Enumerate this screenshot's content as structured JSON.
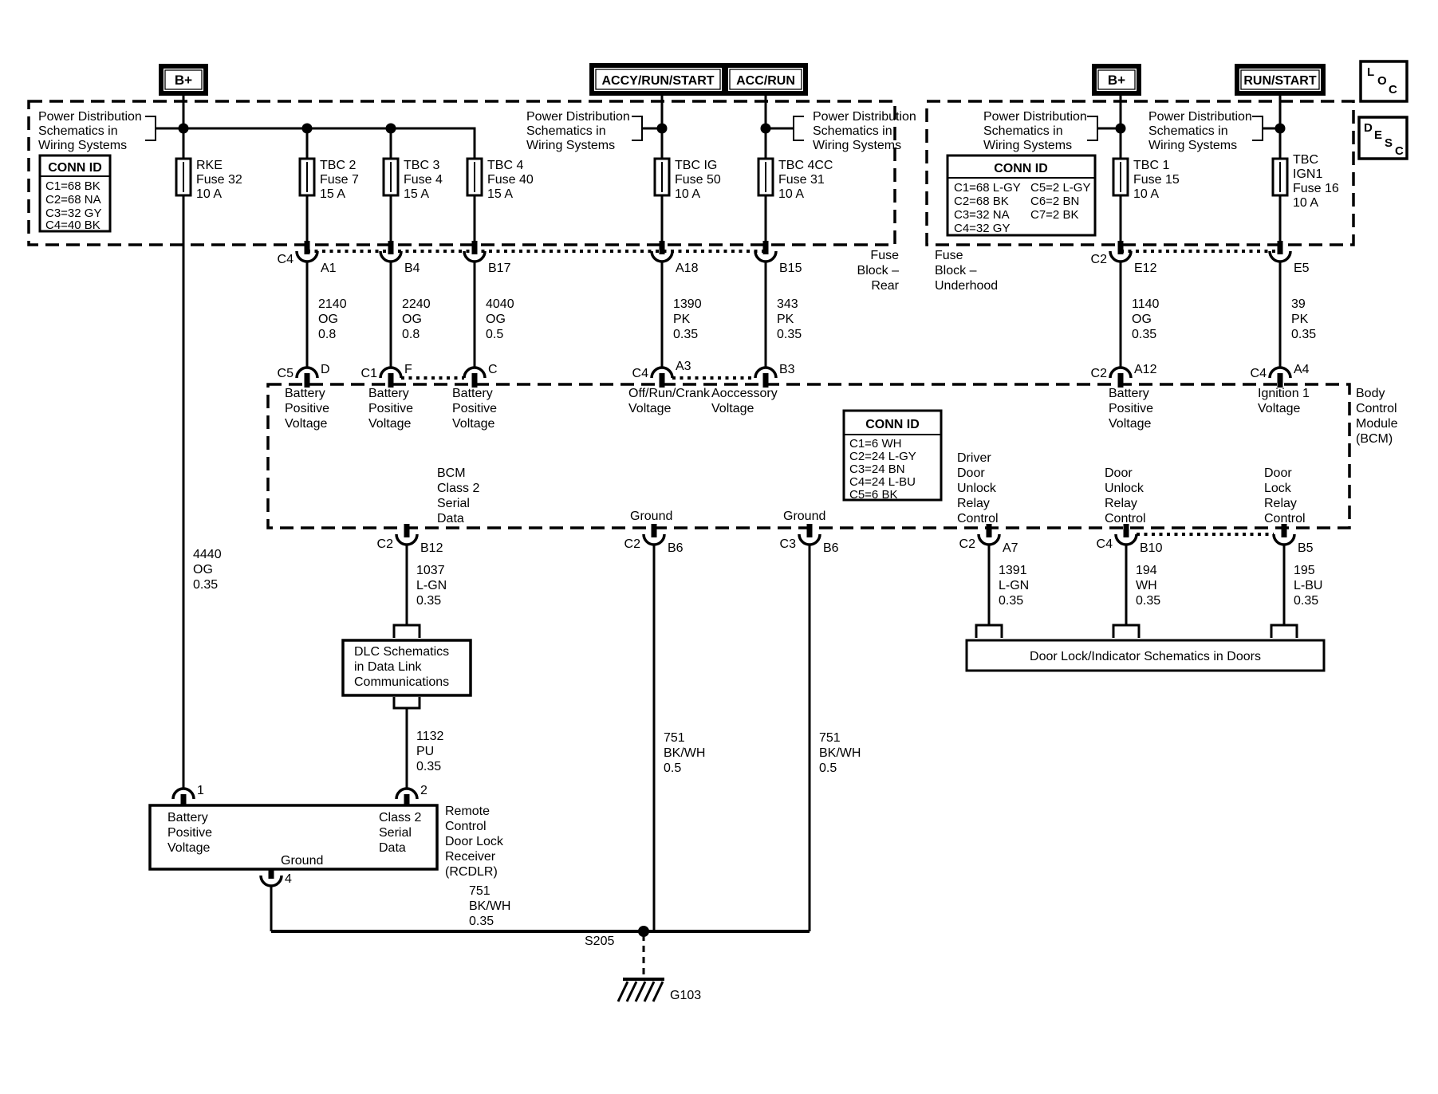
{
  "power_tags": {
    "b_plus_left": "B+",
    "accy_run_start": "ACCY/RUN/START",
    "acc_run": "ACC/RUN",
    "b_plus_right": "B+",
    "run_start": "RUN/START"
  },
  "corner_tabs": {
    "loc": [
      "L",
      "O",
      "C"
    ],
    "desc": [
      "D",
      "E",
      "S",
      "C"
    ]
  },
  "note_power_dist": [
    "Power Distribution",
    "Schematics in",
    "Wiring  Systems"
  ],
  "conn_id_title": "CONN ID",
  "conn_id_rear": [
    "C1=68 BK",
    "C2=68 NA",
    "C3=32 GY",
    "C4=40 BK"
  ],
  "conn_id_underhood": {
    "col1": [
      "C1=68 L-GY",
      "C2=68 BK",
      "C3=32 NA",
      "C4=32 GY"
    ],
    "col2": [
      "C5=2 L-GY",
      "C6=2 BN",
      "C7=2 BK"
    ]
  },
  "conn_id_bcm": [
    "C1=6 WH",
    "C2=24 L-GY",
    "C3=24 BN",
    "C4=24 L-BU",
    "C5=6 BK"
  ],
  "fuse_block_rear": [
    "Fuse",
    "Block –",
    "Rear"
  ],
  "fuse_block_underhood": [
    "Fuse",
    "Block –",
    "Underhood"
  ],
  "fuses": {
    "rke": [
      "RKE",
      "Fuse 32",
      "10 A"
    ],
    "tbc2": [
      "TBC 2",
      "Fuse 7",
      "15 A"
    ],
    "tbc3": [
      "TBC 3",
      "Fuse 4",
      "15 A"
    ],
    "tbc4": [
      "TBC 4",
      "Fuse 40",
      "15 A"
    ],
    "tbc_ig": [
      "TBC IG",
      "Fuse 50",
      "10 A"
    ],
    "tbc_4cc": [
      "TBC 4CC",
      "Fuse 31",
      "10 A"
    ],
    "tbc1": [
      "TBC 1",
      "Fuse 15",
      "10 A"
    ],
    "tbc_ign1": [
      "TBC",
      "IGN1",
      "Fuse 16",
      "10 A"
    ]
  },
  "connectors": {
    "row_fuse": [
      {
        "prefix": "C4",
        "pin": "A1"
      },
      {
        "prefix": "",
        "pin": "B4"
      },
      {
        "prefix": "",
        "pin": "B17"
      },
      {
        "prefix": "",
        "pin": "A18"
      },
      {
        "prefix": "",
        "pin": "B15"
      },
      {
        "prefix": "C2",
        "pin": "E12"
      },
      {
        "prefix": "",
        "pin": "E5"
      }
    ],
    "row_bcm_top": [
      {
        "prefix": "C5",
        "pin": "D"
      },
      {
        "prefix": "C1",
        "pin": "F"
      },
      {
        "prefix": "",
        "pin": "C"
      },
      {
        "prefix": "C4",
        "pin": "A3"
      },
      {
        "prefix": "",
        "pin": "B3"
      },
      {
        "prefix": "C2",
        "pin": "A12"
      },
      {
        "prefix": "C4",
        "pin": "A4"
      }
    ],
    "row_bcm_bottom": [
      {
        "prefix": "C2",
        "pin": "B12"
      },
      {
        "prefix": "C2",
        "pin": "B6"
      },
      {
        "prefix": "C3",
        "pin": "B6"
      },
      {
        "prefix": "C2",
        "pin": "A7"
      },
      {
        "prefix": "C4",
        "pin": "B10"
      },
      {
        "prefix": "",
        "pin": "B5"
      }
    ],
    "rcdlr_pins": [
      "1",
      "2",
      "4"
    ]
  },
  "wires": {
    "w2140": [
      "2140",
      "OG",
      "0.8"
    ],
    "w2240": [
      "2240",
      "OG",
      "0.8"
    ],
    "w4040": [
      "4040",
      "OG",
      "0.5"
    ],
    "w1390": [
      "1390",
      "PK",
      "0.35"
    ],
    "w343": [
      "343",
      "PK",
      "0.35"
    ],
    "w1140": [
      "1140",
      "OG",
      "0.35"
    ],
    "w39": [
      "39",
      "PK",
      "0.35"
    ],
    "w4440": [
      "4440",
      "OG",
      "0.35"
    ],
    "w1037": [
      "1037",
      "L-GN",
      "0.35"
    ],
    "w1132": [
      "1132",
      "PU",
      "0.35"
    ],
    "w1391": [
      "1391",
      "L-GN",
      "0.35"
    ],
    "w194": [
      "194",
      "WH",
      "0.35"
    ],
    "w195": [
      "195",
      "L-BU",
      "0.35"
    ],
    "w751_left": [
      "751",
      "BK/WH",
      "0.5"
    ],
    "w751_right": [
      "751",
      "BK/WH",
      "0.5"
    ],
    "w751_ground": [
      "751",
      "BK/WH",
      "0.35"
    ]
  },
  "labels": {
    "battery": [
      "Battery",
      "Positive",
      "Voltage"
    ],
    "ground": "Ground"
  },
  "bcm": {
    "name": [
      "Body",
      "Control",
      "Module",
      "(BCM)"
    ],
    "off_run_crank": [
      "Off/Run/Crank",
      "Voltage"
    ],
    "accessory": [
      "Aoccessory",
      "Voltage"
    ],
    "ignition": [
      "Ignition 1",
      "Voltage"
    ],
    "class2": [
      "BCM",
      "Class 2",
      "Serial",
      "Data"
    ],
    "driver_unlock": [
      "Driver",
      "Door",
      "Unlock",
      "Relay",
      "Control"
    ],
    "door_unlock": [
      "Door",
      "Unlock",
      "Relay",
      "Control"
    ],
    "door_lock": [
      "Door",
      "Lock",
      "Relay",
      "Control"
    ]
  },
  "dlc_note": [
    "DLC Schematics",
    "in Data Link",
    "Communications"
  ],
  "door_note": "Door Lock/Indicator Schematics in Doors",
  "rcdlr": {
    "class2": [
      "Class 2",
      "Serial",
      "Data"
    ],
    "name": [
      "Remote",
      "Control",
      "Door Lock",
      "Receiver",
      "(RCDLR)"
    ]
  },
  "splice": "S205",
  "ground_ref": "G103"
}
